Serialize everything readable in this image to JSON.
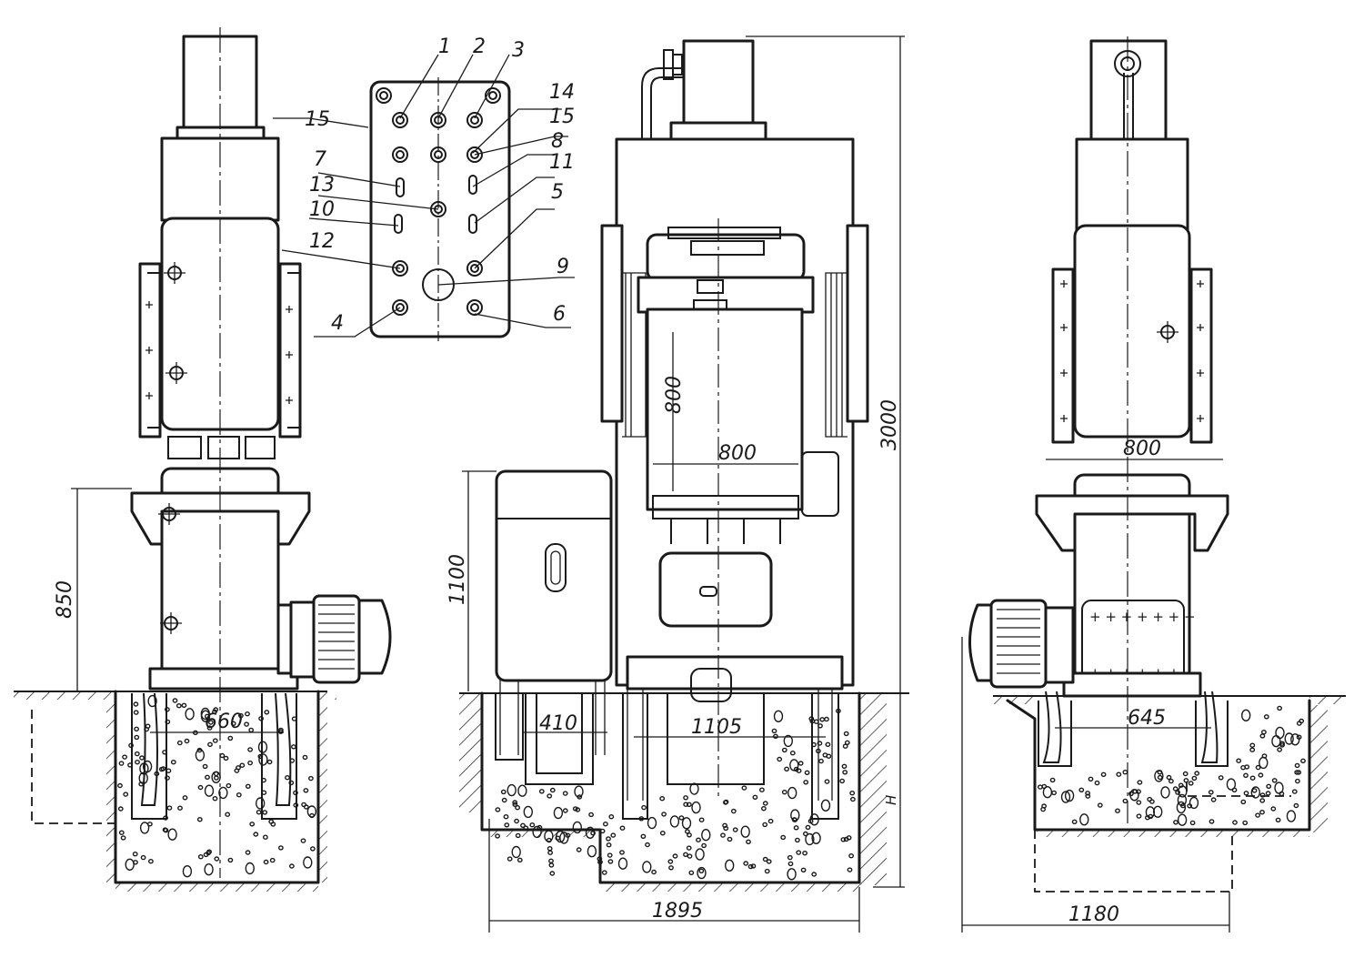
{
  "dimensions": {
    "left_height": "850",
    "left_base": "660",
    "front_panel": "800",
    "front_height": "3000",
    "front_inner": "800",
    "front_cabinet": "1100",
    "front_pit": "410",
    "front_base": "1105",
    "front_overall": "1895",
    "front_depth": "H",
    "right_width": "800",
    "right_base": "645",
    "right_overall": "1180"
  },
  "callouts": [
    "1",
    "2",
    "3",
    "14",
    "15",
    "15",
    "8",
    "7",
    "13",
    "11",
    "10",
    "5",
    "12",
    "9",
    "4",
    "6"
  ]
}
